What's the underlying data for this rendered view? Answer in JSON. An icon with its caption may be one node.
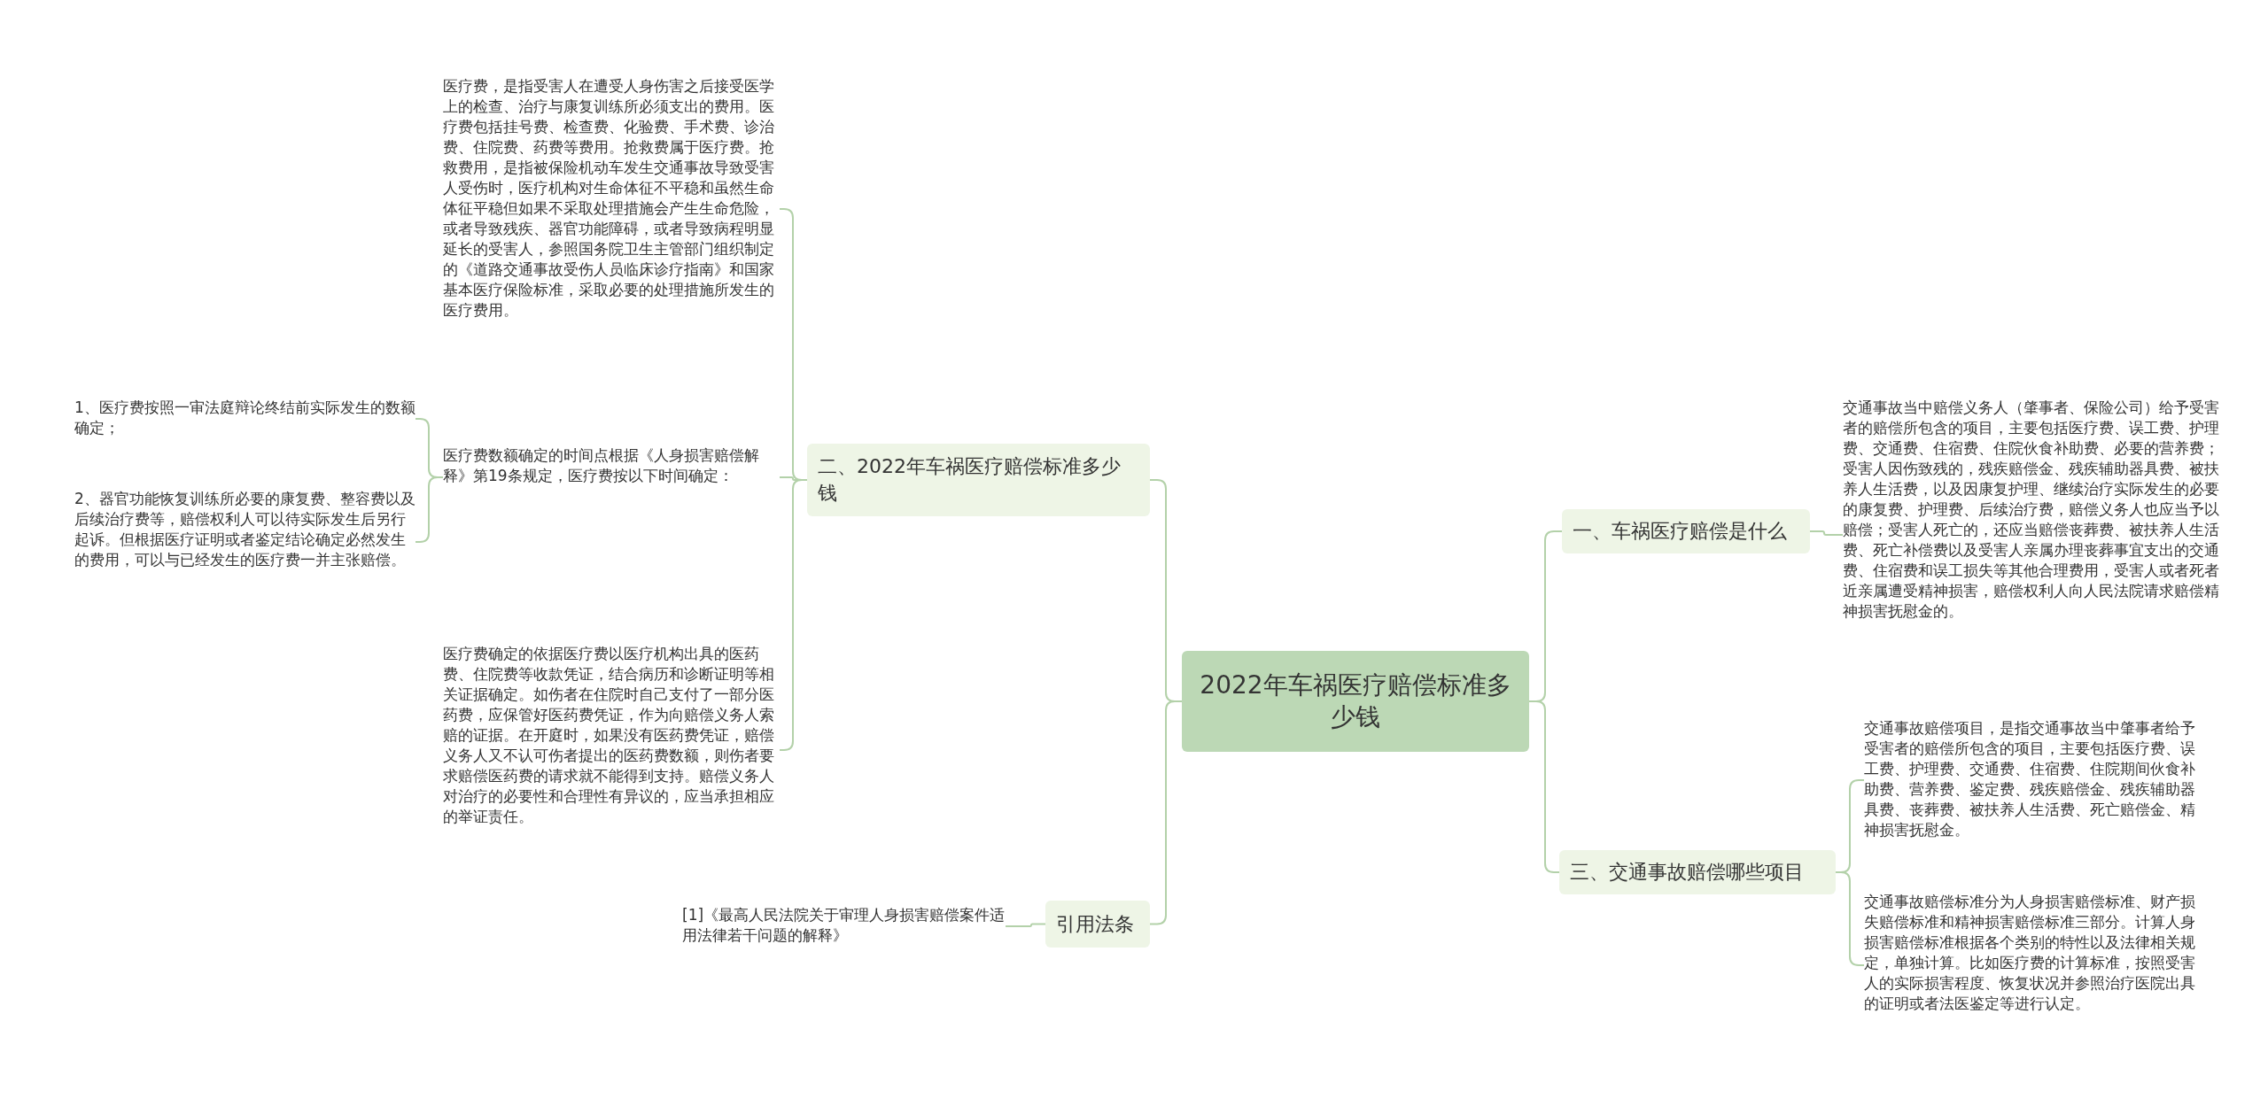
{
  "diagram": {
    "nodes": [
      {
        "text": [
          "2022年车祸医疗赔偿标准多少钱"
        ]
      },
      {
        "text": [
          "二、2022年车祸医疗赔偿标准多少钱"
        ]
      },
      {
        "text": [
          "医疗费，是指受害人在遭受人身伤害之后接受医学上的检查、治疗与康复训练所必须支出的费用。医疗费包括挂号费、检查费、化验费、手术费、诊治费、住院费、药费等费用。抢救费属于医疗费。抢救费用，是指被保险机动车发生交通事故导致受害人受伤时，医疗机构对生命体征不平稳和虽然生命体征平稳但如果不采取处理措施会产生生命危险，或者导致残疾、器官功能障碍，或者导致病程明显延长的受害人，参照国务院卫生主管部门组织制定的《道路交通事故受伤人员临床诊疗指南》和国家基本医疗保险标准，采取必要的处理措施所发生的医疗费用。"
        ]
      },
      {
        "text": [
          "医疗费数额确定的时间点根据《人身损害赔偿解释》第19条规定，医疗费按以下时间确定："
        ]
      },
      {
        "text": [
          "1、医疗费按照一审法庭辩论终结前实际发生的数额确定；"
        ]
      },
      {
        "text": [
          "2、器官功能恢复训练所必要的康复费、整容费以及后续治疗费等，赔偿权利人可以待实际发生后另行起诉。但根据医疗证明或者鉴定结论确定必然发生的费用，可以与已经发生的医疗费一并主张赔偿。"
        ]
      },
      {
        "text": [
          "医疗费确定的依据医疗费以医疗机构出具的医药费、住院费等收款凭证，结合病历和诊断证明等相关证据确定。如伤者在住院时自己支付了一部分医药费，应保管好医药费凭证，作为向赔偿义务人索赔的证据。在开庭时，如果没有医药费凭证，赔偿义务人又不认可伤者提出的医药费数额，则伤者要求赔偿医药费的请求就不能得到支持。赔偿义务人对治疗的必要性和合理性有异议的，应当承担相应的举证责任。"
        ]
      },
      {
        "text": [
          "引用法条"
        ]
      },
      {
        "text": [
          "[1]《最高人民法院关于审理人身损害赔偿案件适用法律若干问题的解释》"
        ]
      },
      {
        "text": [
          "一、车祸医疗赔偿是什么"
        ]
      },
      {
        "text": [
          "交通事故当中赔偿义务人（肇事者、保险公司）给予受害者的赔偿所包含的项目，主要包括医疗费、误工费、护理费、交通费、住宿费、住院伙食补助费、必要的营养费；受害人因伤致残的，残疾赔偿金、残疾辅助器具费、被扶养人生活费，以及因康复护理、继续治疗实际发生的必要的康复费、护理费、后续治疗费，赔偿义务人也应当予以赔偿；受害人死亡的，还应当赔偿丧葬费、被扶养人生活费、死亡补偿费以及受害人亲属办理丧葬事宜支出的交通费、住宿费和误工损失等其他合理费用，受害人或者死者近亲属遭受精神损害，赔偿权利人向人民法院请求赔偿精神损害抚慰金的。"
        ]
      },
      {
        "text": [
          "三、交通事故赔偿哪些项目"
        ]
      },
      {
        "text": [
          "交通事故赔偿项目，是指交通事故当中肇事者给予受害者的赔偿所包含的项目，主要包括医疗费、误工费、护理费、交通费、住宿费、住院期间伙食补助费、营养费、鉴定费、残疾赔偿金、残疾辅助器具费、丧葬费、被扶养人生活费、死亡赔偿金、精神损害抚慰金。"
        ]
      },
      {
        "text": [
          "交通事故赔偿标准分为人身损害赔偿标准、财产损失赔偿标准和精神损害赔偿标准三部分。计算人身损害赔偿标准根据各个类别的特性以及法律相关规定，单独计算。比如医疗费的计算标准，按照受害人的实际损害程度、恢复状况并参照治疗医院出具的证明或者法医鉴定等进行认定。"
        ]
      }
    ],
    "edges": [
      {
        "from": 0,
        "to": 1,
        "arrow": "none"
      },
      {
        "from": 1,
        "to": 2,
        "arrow": "none"
      },
      {
        "from": 1,
        "to": 3,
        "arrow": "none"
      },
      {
        "from": 3,
        "to": 4,
        "arrow": "none"
      },
      {
        "from": 3,
        "to": 5,
        "arrow": "none"
      },
      {
        "from": 1,
        "to": 6,
        "arrow": "none"
      },
      {
        "from": 0,
        "to": 7,
        "arrow": "none"
      },
      {
        "from": 7,
        "to": 8,
        "arrow": "none"
      },
      {
        "from": 0,
        "to": 9,
        "arrow": "none"
      },
      {
        "from": 9,
        "to": 10,
        "arrow": "none"
      },
      {
        "from": 0,
        "to": 11,
        "arrow": "none"
      },
      {
        "from": 11,
        "to": 12,
        "arrow": "none"
      },
      {
        "from": 11,
        "to": 13,
        "arrow": "none"
      }
    ]
  }
}
